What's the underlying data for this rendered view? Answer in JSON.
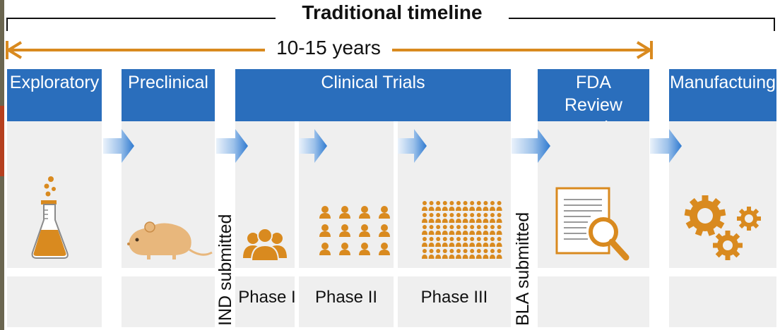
{
  "title": "Traditional timeline",
  "duration": "10-15 years",
  "stages": [
    {
      "label": "Exploratory"
    },
    {
      "label": "Preclinical"
    },
    {
      "label": "Clinical Trials"
    },
    {
      "label": "FDA Review and Approval"
    },
    {
      "label": "Manufactuing"
    }
  ],
  "phases": [
    "Phase I",
    "Phase II",
    "Phase III"
  ],
  "milestones": {
    "ind": "IND submitted",
    "bla": "BLA submitted"
  },
  "icons": {
    "exploratory": "flask-icon",
    "preclinical": "mouse-icon",
    "phase1": "group-icon",
    "phase2": "people-grid-icon",
    "phase3": "crowd-grid-icon",
    "fda": "document-magnifier-icon",
    "manufacturing": "gears-icon"
  },
  "colors": {
    "band": "#2a6ebc",
    "accent": "#d98a1f",
    "arrow": "#3f86d6",
    "panel": "#efefef"
  }
}
